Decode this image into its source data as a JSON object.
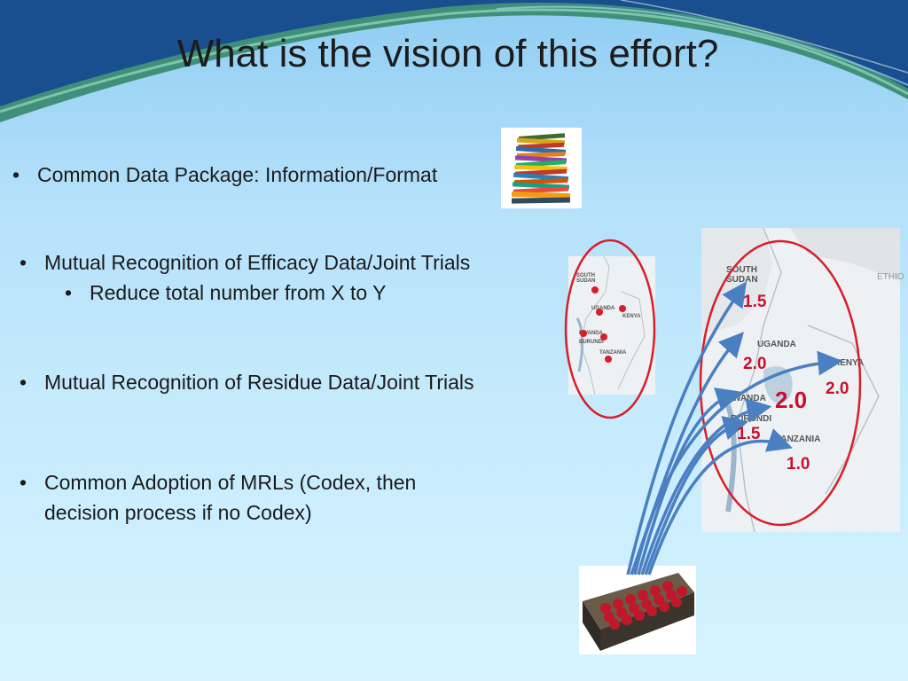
{
  "slide": {
    "title": "What is the vision of this effort?",
    "bullets": [
      {
        "text": "Common Data Package: Information/Format"
      },
      {
        "text": "Mutual Recognition of Efficacy Data/Joint Trials"
      },
      {
        "text": "Reduce total number from X to Y"
      },
      {
        "text": "Mutual Recognition of Residue Data/Joint Trials"
      },
      {
        "text": "Common Adoption of MRLs (Codex, then decision process if no Codex)"
      }
    ],
    "bullet_symbol": "•"
  },
  "small_map": {
    "countries": [
      "SOUTH SUDAN",
      "UGANDA",
      "KENYA",
      "RWANDA",
      "BURUNDI",
      "TANZANIA"
    ]
  },
  "large_map": {
    "countries": [
      "SOUTH SUDAN",
      "UGANDA",
      "KENYA",
      "RWANDA",
      "BURUNDI",
      "TANZANIA",
      "ETHIO"
    ],
    "values": {
      "south_sudan": "1.5",
      "uganda": "2.0",
      "kenya": "2.0",
      "rwanda": "2.0",
      "burundi": "1.5",
      "tanzania": "1.0"
    }
  },
  "colors": {
    "header_dark": "#1a4f8f",
    "header_green": "#3f8f7a",
    "accent_red": "#d81e2a",
    "arrow_blue": "#4a7fc2"
  }
}
